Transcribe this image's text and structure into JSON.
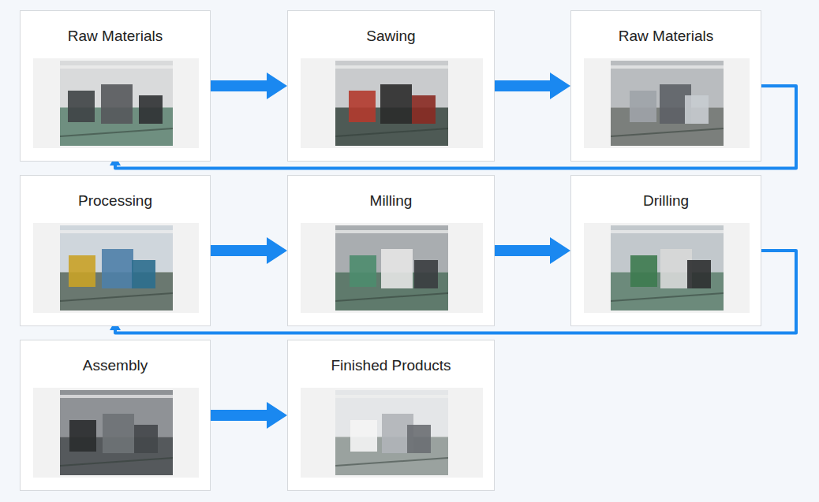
{
  "diagram": {
    "nodes": [
      {
        "text": [
          "Raw Materials"
        ]
      },
      {
        "text": [
          "Sawing"
        ]
      },
      {
        "text": [
          "Raw Materials"
        ]
      },
      {
        "text": [
          "Processing"
        ]
      },
      {
        "text": [
          "Milling"
        ]
      },
      {
        "text": [
          "Drilling"
        ]
      },
      {
        "text": [
          "Assembly"
        ]
      },
      {
        "text": [
          "Finished Products"
        ]
      }
    ],
    "edges": [
      {
        "from": 0,
        "to": 1,
        "arrow": "to"
      },
      {
        "from": 1,
        "to": 2,
        "arrow": "to"
      },
      {
        "from": 2,
        "to": 3,
        "arrow": "to"
      },
      {
        "from": 3,
        "to": 4,
        "arrow": "to"
      },
      {
        "from": 4,
        "to": 5,
        "arrow": "to"
      },
      {
        "from": 5,
        "to": 6,
        "arrow": "to"
      },
      {
        "from": 6,
        "to": 7,
        "arrow": "to"
      }
    ]
  }
}
